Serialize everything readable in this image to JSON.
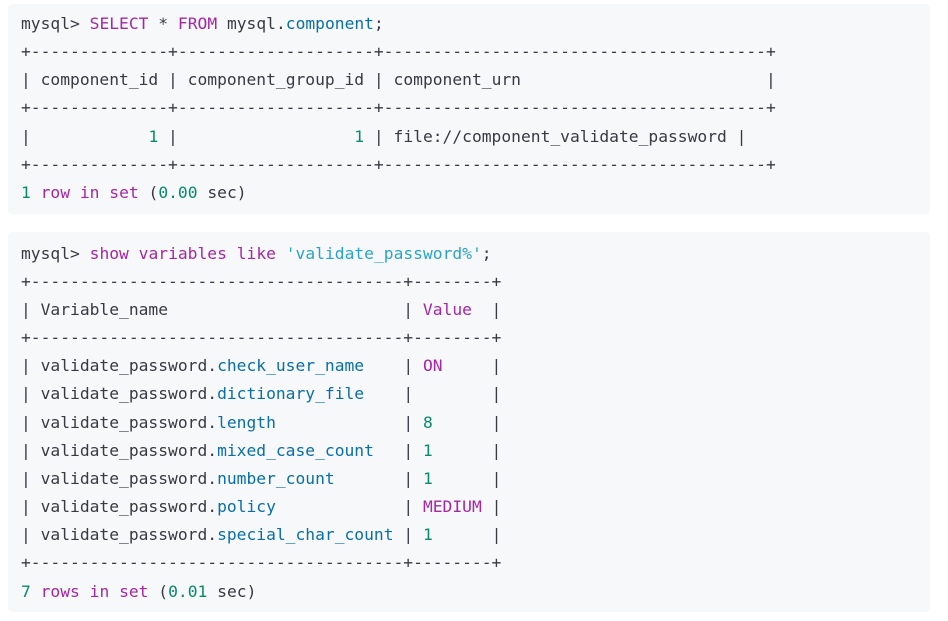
{
  "block1": {
    "prompt": "mysql>",
    "cmd_select": "SELECT",
    "cmd_star": "*",
    "cmd_from": "FROM",
    "cmd_schema": "mysql",
    "cmd_table": "component",
    "cmd_end": ";",
    "border": "+--------------+--------------------+---------------------------------------+",
    "headers": [
      "component_id",
      "component_group_id",
      "component_urn"
    ],
    "row": {
      "component_id": "1",
      "component_group_id": "1",
      "component_urn": "file://component_validate_password"
    },
    "footer_count": "1",
    "footer_row": "row",
    "footer_in": "in",
    "footer_set": "set",
    "footer_time": "0.00",
    "footer_unit": "sec"
  },
  "block2": {
    "prompt": "mysql>",
    "cmd_show": "show",
    "cmd_variables": "variables",
    "cmd_like": "like",
    "cmd_pattern": "'validate_password%'",
    "cmd_end": ";",
    "border": "+--------------------------------------+--------+",
    "headers": [
      "Variable_name",
      "Value"
    ],
    "rows": [
      {
        "prefix": "validate_password.",
        "name": "check_user_name",
        "value": "ON",
        "value_kind": "kw"
      },
      {
        "prefix": "validate_password.",
        "name": "dictionary_file",
        "value": "",
        "value_kind": "plain"
      },
      {
        "prefix": "validate_password.",
        "name": "length",
        "value": "8",
        "value_kind": "num"
      },
      {
        "prefix": "validate_password.",
        "name": "mixed_case_count",
        "value": "1",
        "value_kind": "num"
      },
      {
        "prefix": "validate_password.",
        "name": "number_count",
        "value": "1",
        "value_kind": "num"
      },
      {
        "prefix": "validate_password.",
        "name": "policy",
        "value": "MEDIUM",
        "value_kind": "kw"
      },
      {
        "prefix": "validate_password.",
        "name": "special_char_count",
        "value": "1",
        "value_kind": "num"
      }
    ],
    "footer_count": "7",
    "footer_rows": "rows",
    "footer_in": "in",
    "footer_set": "set",
    "footer_time": "0.01",
    "footer_unit": "sec"
  },
  "colors": {
    "keyword": "#a626a4",
    "number": "#0a8a6a",
    "identifier": "#0a6ea8",
    "string": "#2aa3c9",
    "text": "#383a42",
    "block_bg": "#f6f8fa"
  }
}
